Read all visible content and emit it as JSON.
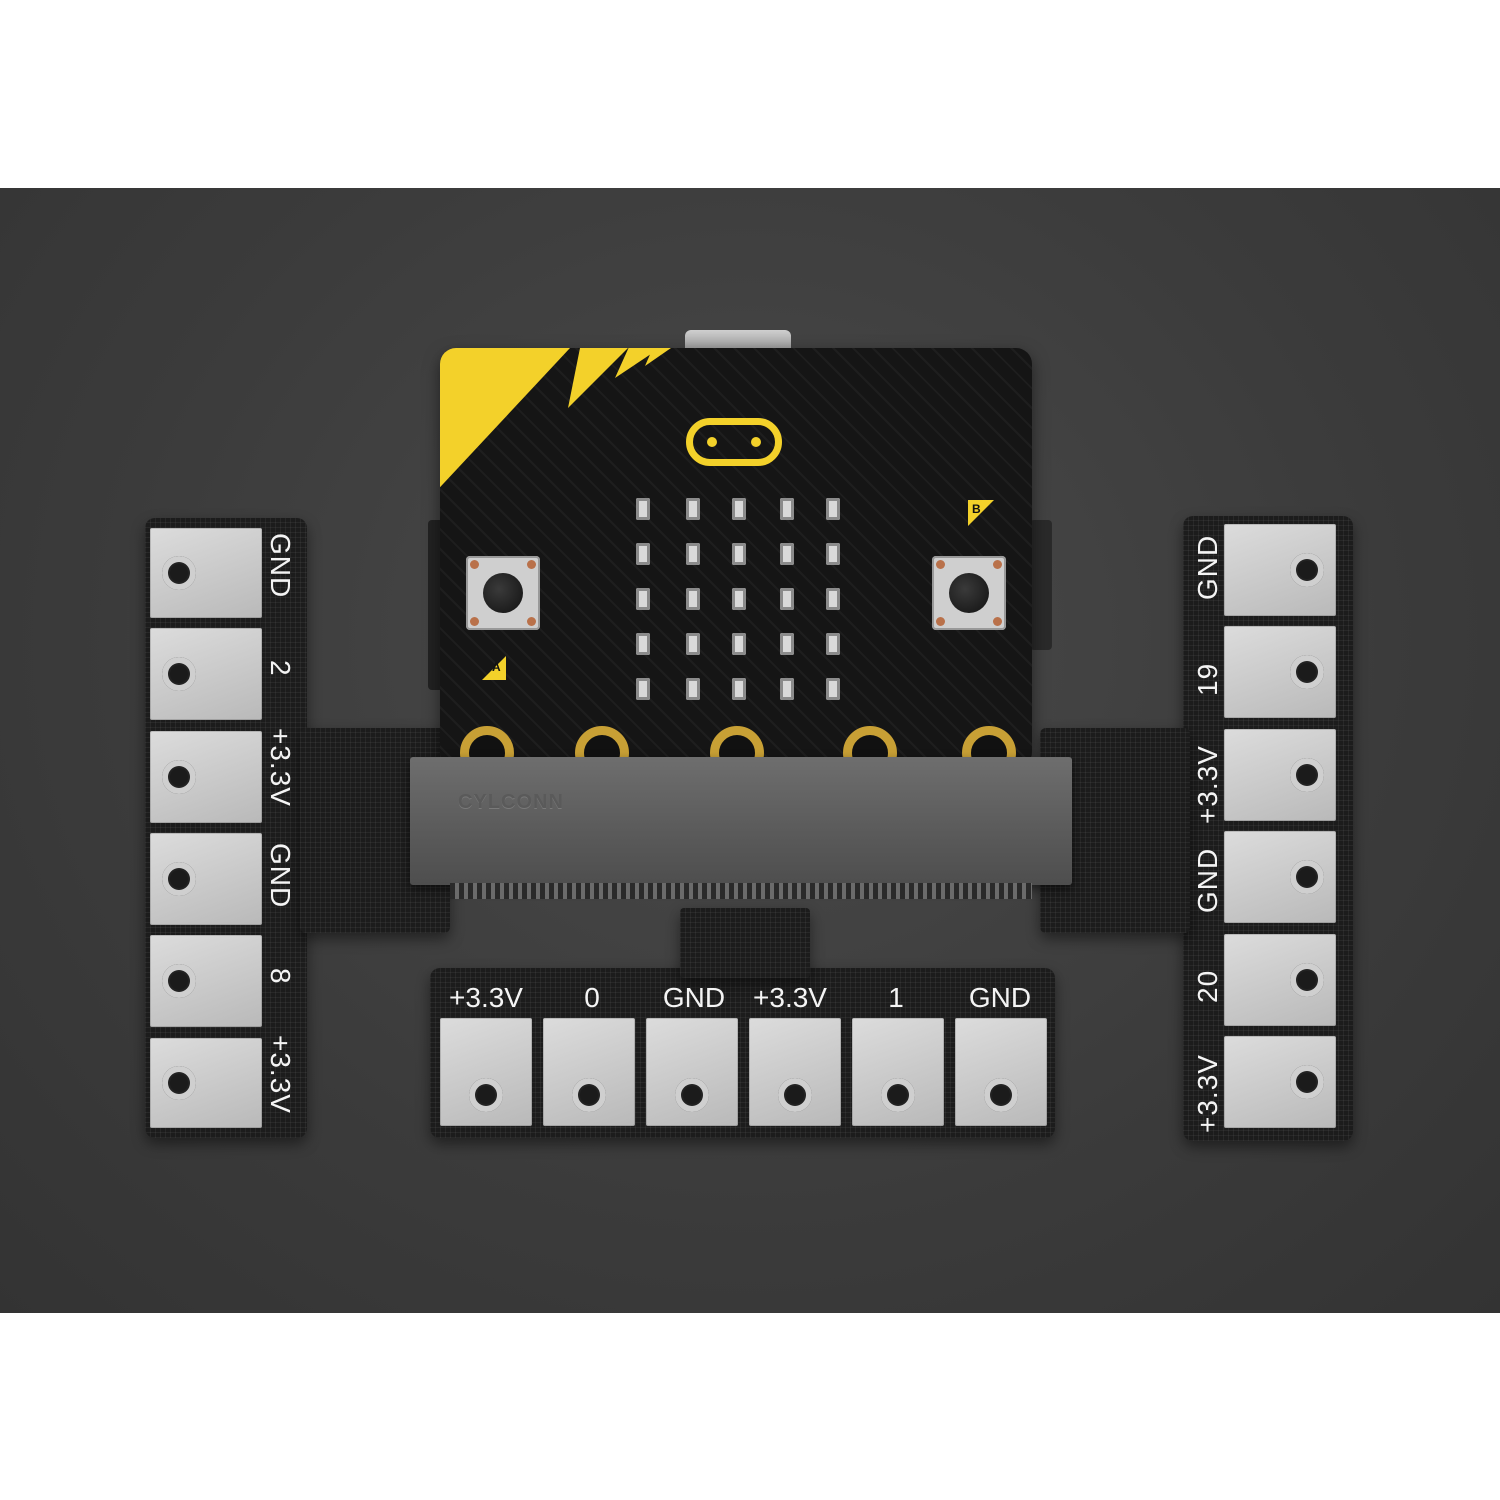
{
  "colors": {
    "background": "#ffffff",
    "backdrop": "#3f3f3f",
    "pcb": "#1c1c1c",
    "pad": "#c8c8c8",
    "accent_yellow": "#f3d12a",
    "ring_gold": "#c8a035"
  },
  "left_strip": {
    "labels": [
      "GND",
      "2",
      "+3.3V",
      "GND",
      "8",
      "+3.3V"
    ]
  },
  "right_strip": {
    "labels": [
      "GND",
      "19",
      "+3.3V",
      "GND",
      "20",
      "+3.3V"
    ]
  },
  "bottom_strip": {
    "labels": [
      "+3.3V",
      "0",
      "GND",
      "+3.3V",
      "1",
      "GND"
    ]
  },
  "microbit": {
    "button_a_label": "A",
    "button_b_label": "B",
    "connector_text": "CYLCONN"
  }
}
